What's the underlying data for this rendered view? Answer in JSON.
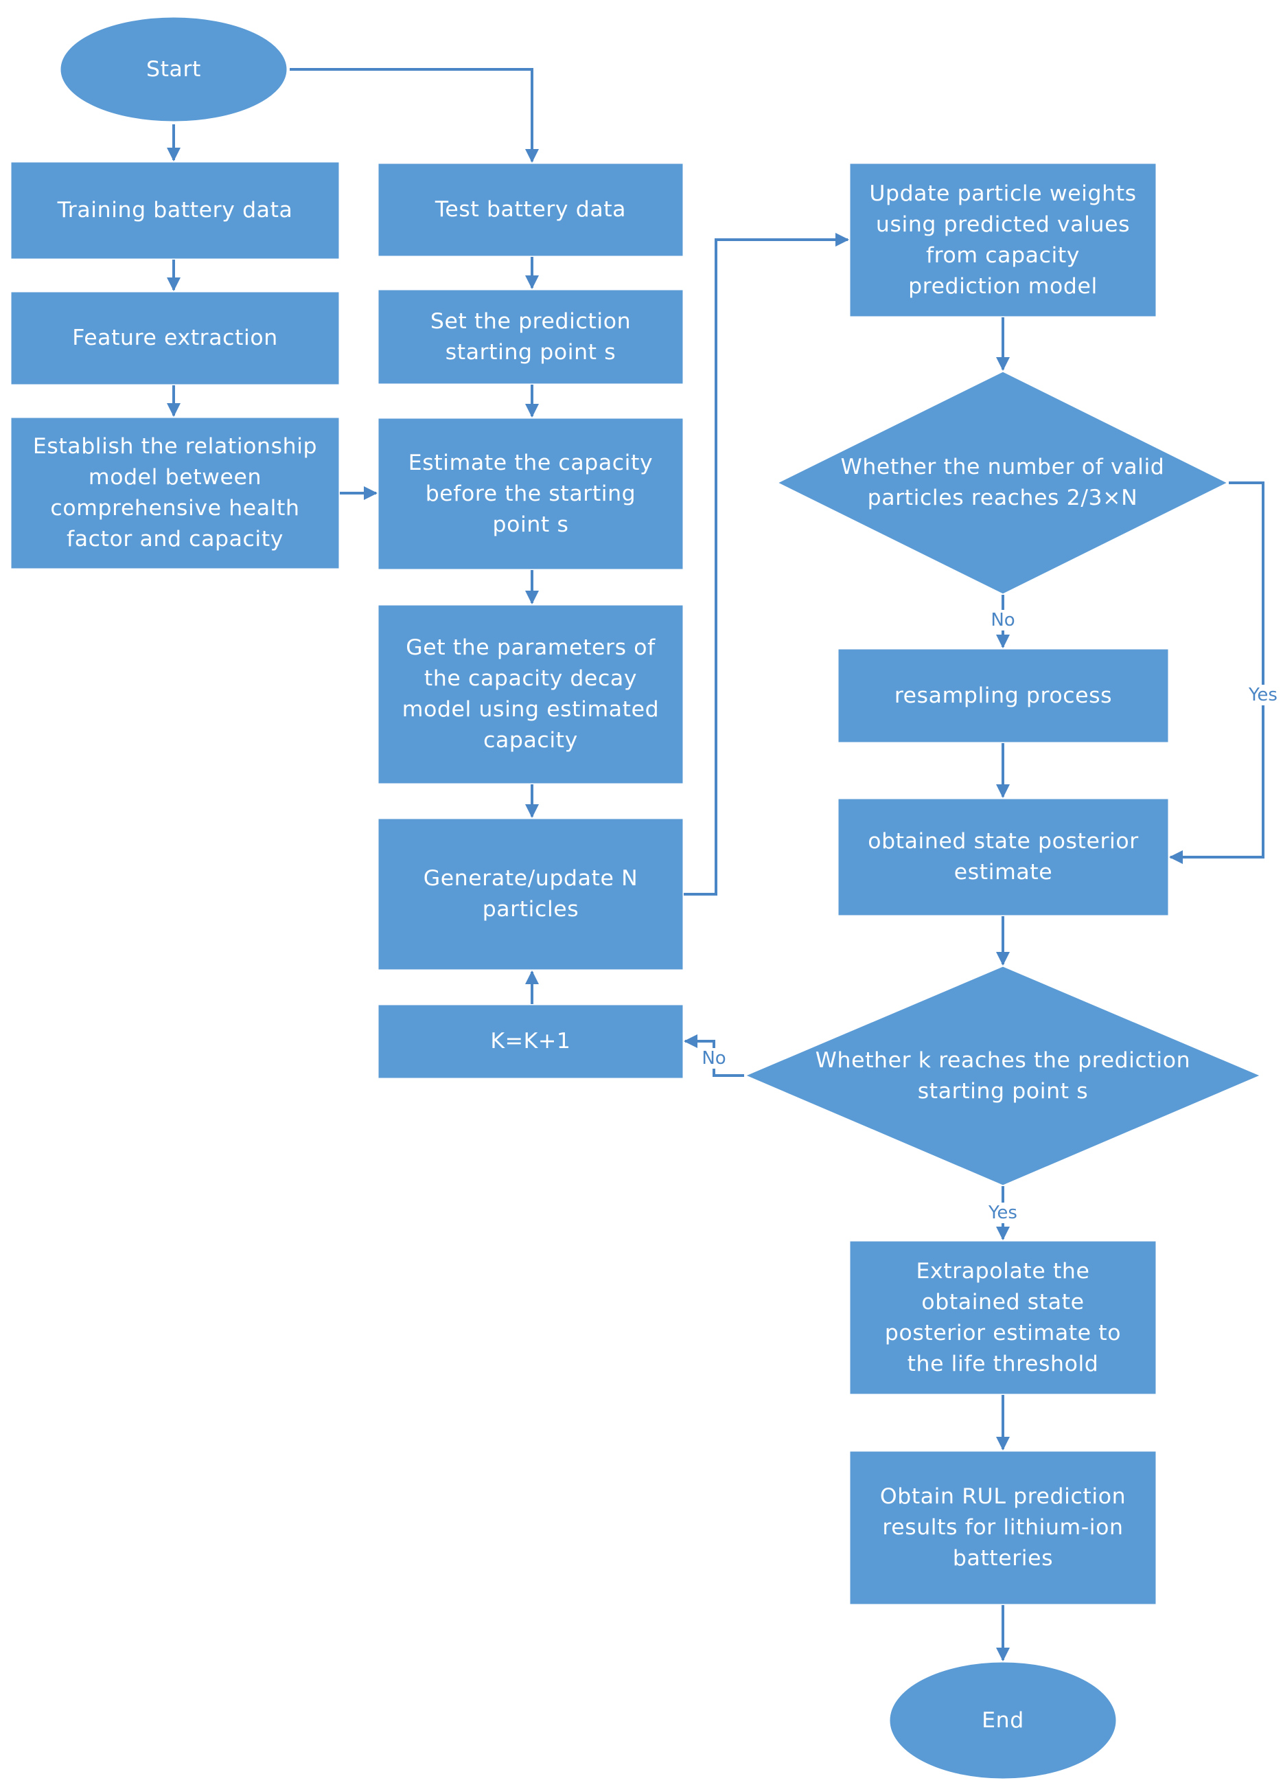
{
  "diagram": {
    "nodes": {
      "start": "Start",
      "training": "Training battery data",
      "feature": "Feature extraction",
      "relationship": "Establish the relationship\nmodel between\ncomprehensive health\nfactor and capacity",
      "test": "Test battery data",
      "set_point": "Set the prediction\nstarting point  s",
      "estimate": "Estimate the capacity\nbefore the starting\npoint s",
      "get_params": "Get the parameters of\nthe capacity decay\nmodel using estimated\ncapacity",
      "generate": "Generate/update N\nparticles",
      "increment": "K=K+1",
      "update_weights": "Update particle weights\nusing predicted values\nfrom capacity\nprediction model",
      "decision_valid": "Whether the number of valid\nparticles reaches 2/3×N",
      "resampling": "resampling process",
      "posterior": "obtained state posterior\nestimate",
      "decision_k": "Whether k reaches the prediction\nstarting point s",
      "extrapolate": "Extrapolate the\nobtained state\nposterior estimate to\nthe life threshold",
      "obtain_rul": "Obtain RUL prediction\nresults for lithium-ion\nbatteries",
      "end": "End"
    },
    "edge_labels": {
      "valid_no": "No",
      "valid_yes": "Yes",
      "k_no": "No",
      "k_yes": "Yes"
    },
    "colors": {
      "fill": "#5b9bd5",
      "arrow": "#4a86c5",
      "text": "#ffffff"
    }
  }
}
